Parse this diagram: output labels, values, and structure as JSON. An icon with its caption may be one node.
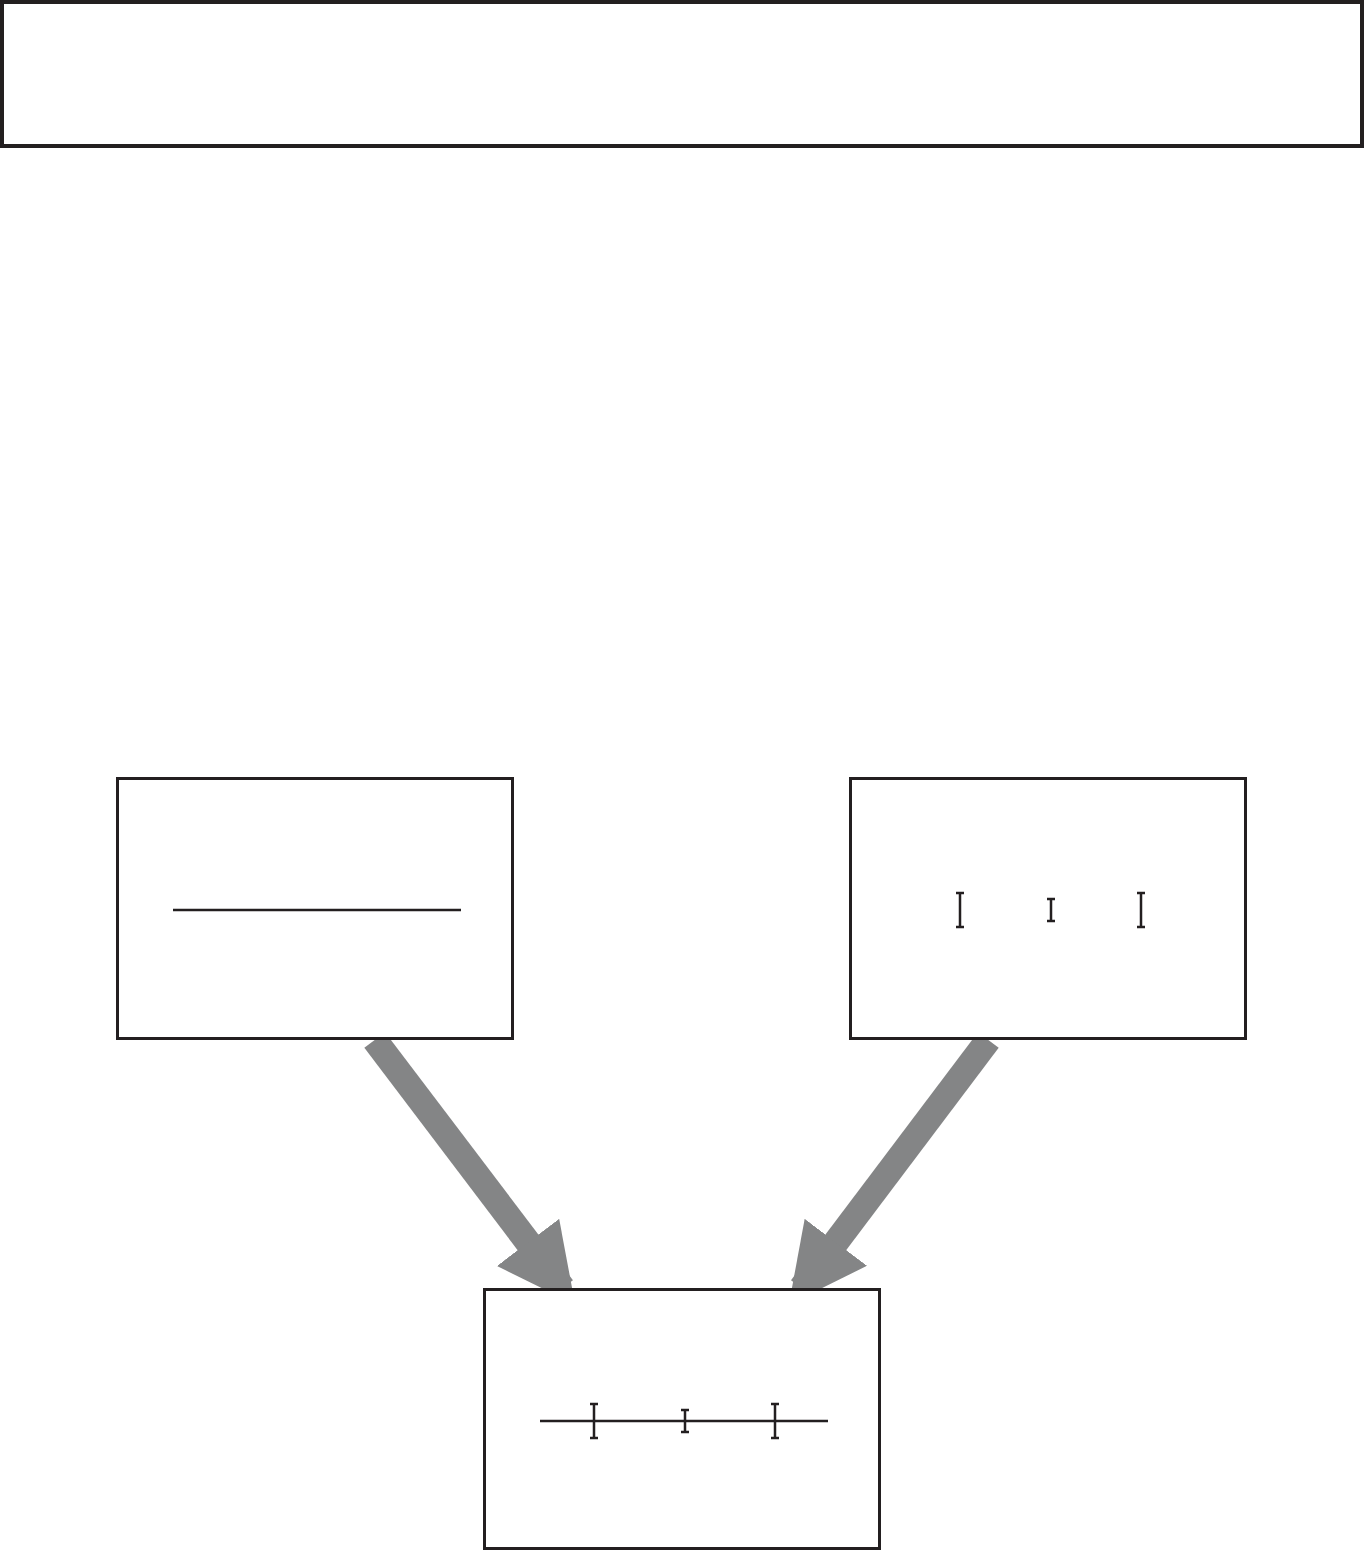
{
  "diagram": {
    "nodes": [
      {
        "text": [],
        "shape": "box"
      },
      {
        "text": [],
        "shape": "box"
      },
      {
        "text": [],
        "shape": "box"
      },
      {
        "text": [],
        "shape": "box"
      }
    ],
    "edges": [
      {
        "from": 1,
        "to": 3,
        "arrow": "to",
        "color": "#848586"
      },
      {
        "from": 2,
        "to": 3,
        "arrow": "to",
        "color": "#848586"
      }
    ]
  }
}
